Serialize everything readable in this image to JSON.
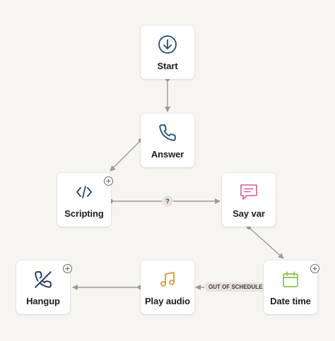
{
  "nodes": {
    "start": {
      "label": "Start",
      "icon": "arrow-down-circle-icon"
    },
    "answer": {
      "label": "Answer",
      "icon": "phone-icon"
    },
    "scripting": {
      "label": "Scripting",
      "icon": "code-icon"
    },
    "say_var": {
      "label": "Say var",
      "icon": "message-icon"
    },
    "date_time": {
      "label": "Date time",
      "icon": "calendar-icon"
    },
    "play_audio": {
      "label": "Play audio",
      "icon": "music-note-icon"
    },
    "hangup": {
      "label": "Hangup",
      "icon": "phone-off-icon"
    }
  },
  "edges": {
    "scripting_to_say_var": "?",
    "date_time_to_play_audio": "OUT OF SCHEDULE"
  },
  "colors": {
    "background": "#f6f5f2",
    "edge": "#9a9a9a",
    "start_icon": "#1f4e79",
    "answer_icon": "#1f4e79",
    "scripting_icon": "#1f4e79",
    "say_var_icon": "#d35aa0",
    "date_time_icon": "#8cc04f",
    "play_audio_icon": "#e09a2a",
    "hangup_icon": "#1f2f5a"
  }
}
